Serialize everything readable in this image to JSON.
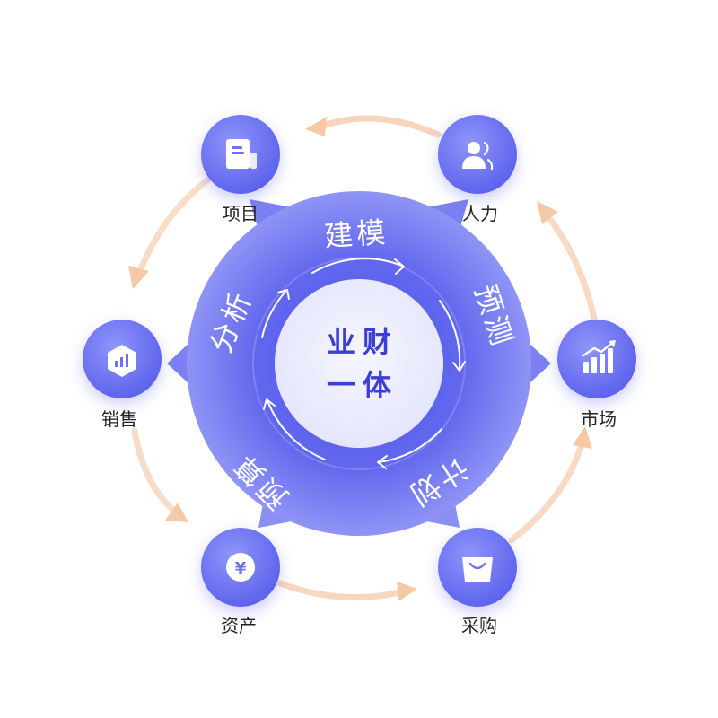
{
  "center": {
    "line1": "业财",
    "line2": "一体"
  },
  "ring": [
    {
      "id": "modeling",
      "label": "建模"
    },
    {
      "id": "forecast",
      "label": "预测"
    },
    {
      "id": "plan",
      "label": "计划"
    },
    {
      "id": "budget",
      "label": "预算"
    },
    {
      "id": "analysis",
      "label": "分析"
    }
  ],
  "nodes": [
    {
      "id": "project",
      "label": "项目",
      "icon": "document-icon"
    },
    {
      "id": "hr",
      "label": "人力",
      "icon": "people-icon"
    },
    {
      "id": "market",
      "label": "市场",
      "icon": "bar-chart-icon"
    },
    {
      "id": "purchase",
      "label": "采购",
      "icon": "shopping-bag-icon"
    },
    {
      "id": "asset",
      "label": "资产",
      "icon": "yuan-coin-icon"
    },
    {
      "id": "sales",
      "label": "销售",
      "icon": "sales-chart-icon"
    }
  ],
  "colors": {
    "primary": "#6f74f2",
    "primary_dark": "#4c52e6",
    "center_bg": "#eeeeff",
    "center_text": "#3b3fd6",
    "arrow": "#f6c9a6",
    "label": "#222222"
  }
}
